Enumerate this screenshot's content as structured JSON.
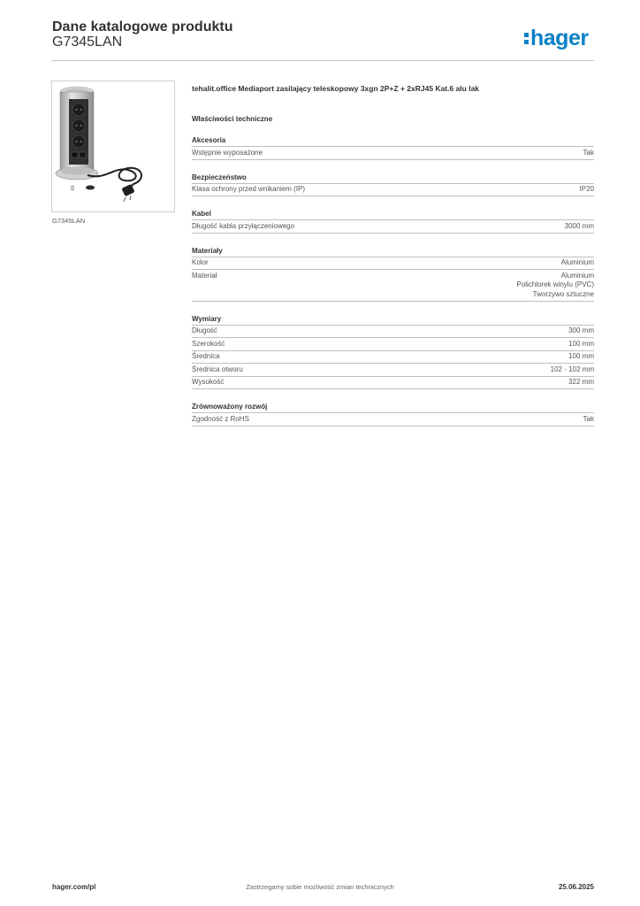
{
  "header": {
    "title": "Dane katalogowe produktu",
    "code": "G7345LAN",
    "logo": "hager",
    "brand_color": "#0a80c6"
  },
  "photo": {
    "caption": "G7345LAN"
  },
  "product": {
    "title": "tehalit.office Mediaport zasilający teleskopowy 3xgn 2P+Z + 2xRJ45 Kat.6 alu lak"
  },
  "section_title": "Właściwości techniczne",
  "groups": [
    {
      "title": "Akcesoria",
      "rows": [
        {
          "label": "Wstępnie wyposażone",
          "values": [
            "Tak"
          ]
        }
      ]
    },
    {
      "title": "Bezpieczeństwo",
      "rows": [
        {
          "label": "Klasa ochrony przed wnikaniem (IP)",
          "values": [
            "IP20"
          ]
        }
      ]
    },
    {
      "title": "Kabel",
      "rows": [
        {
          "label": "Długość kabla przyłączeniowego",
          "values": [
            "3000 mm"
          ]
        }
      ]
    },
    {
      "title": "Materiały",
      "rows": [
        {
          "label": "Kolor",
          "values": [
            "Aluminium"
          ]
        },
        {
          "label": "Materiał",
          "values": [
            "Aluminium",
            "Polichlorek winylu (PVC)",
            "Tworzywo sztuczne"
          ]
        }
      ]
    },
    {
      "title": "Wymiary",
      "rows": [
        {
          "label": "Długość",
          "values": [
            "300 mm"
          ]
        },
        {
          "label": "Szerokość",
          "values": [
            "100 mm"
          ]
        },
        {
          "label": "Średnica",
          "values": [
            "100 mm"
          ]
        },
        {
          "label": "Średnica otworu",
          "values": [
            "102 - 102 mm"
          ]
        },
        {
          "label": "Wysokość",
          "values": [
            "322 mm"
          ]
        }
      ]
    },
    {
      "title": "Zrównoważony rozwój",
      "rows": [
        {
          "label": "Zgodność z RoHS",
          "values": [
            "Tak"
          ]
        }
      ]
    }
  ],
  "footer": {
    "left": "hager.com/pl",
    "center": "Zastrzegamy sobie możliwość zmian technicznych",
    "right": "25.06.2025"
  }
}
